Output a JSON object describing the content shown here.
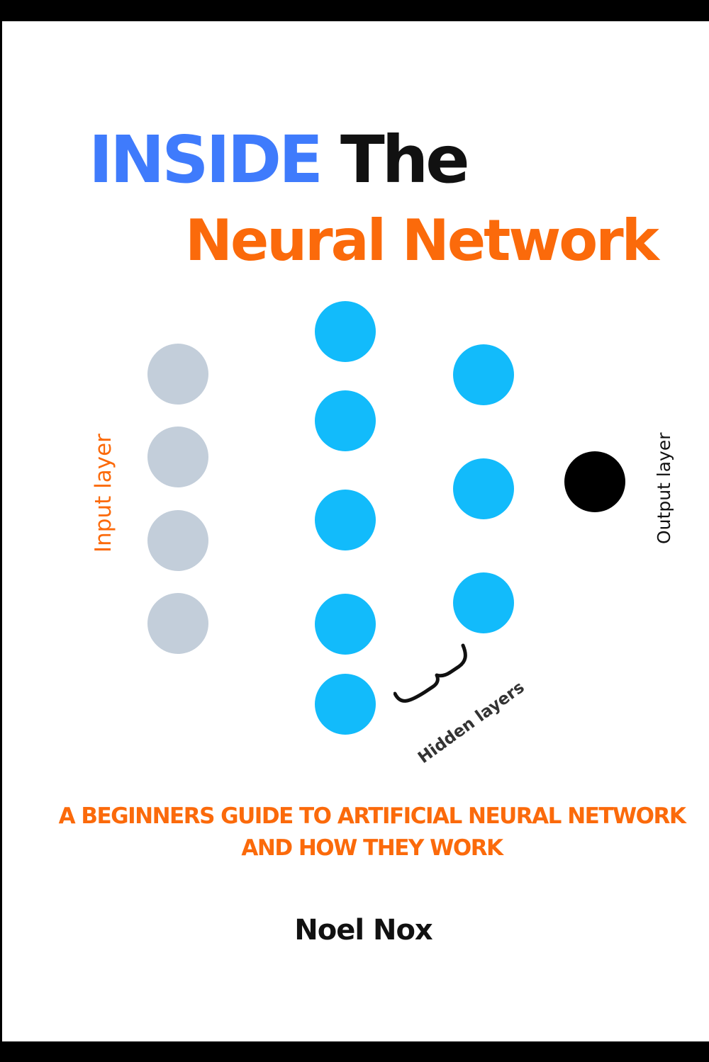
{
  "cover": {
    "title_word1": "INSIDE",
    "title_word2": "The",
    "title_line2": "Neural Network",
    "subtitle_line1": "A BEGINNERS GUIDE TO ARTIFICIAL NEURAL NETWORK",
    "subtitle_line2": "AND HOW THEY WORK",
    "author": "Noel Nox"
  },
  "diagram": {
    "input_label": "Input layer",
    "hidden_label": "Hidden layers",
    "output_label": "Output layer",
    "input_nodes": 4,
    "hidden_layer1_nodes": 5,
    "hidden_layer2_nodes": 3,
    "output_nodes": 1
  },
  "colors": {
    "blue": "#3f7bfc",
    "orange": "#fb6a0b",
    "input_node": "#c3ceda",
    "hidden_node": "#12bbfb",
    "output_node": "#000000"
  }
}
